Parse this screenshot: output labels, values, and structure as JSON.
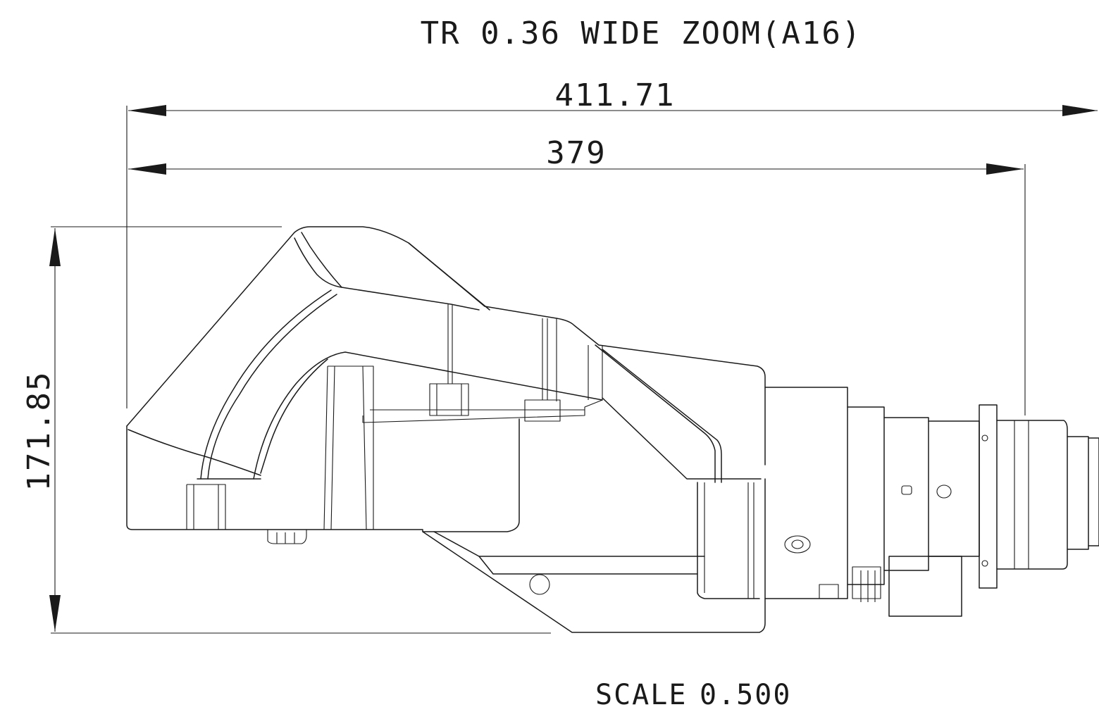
{
  "drawing": {
    "title": "TR 0.36 WIDE ZOOM(A16)",
    "scale_label": "SCALE",
    "scale_value": "0.500"
  },
  "dimensions": {
    "overall_length": "411.71",
    "body_length": "379",
    "height": "171.85"
  },
  "colors": {
    "line": "#1a1a1a",
    "background": "#ffffff"
  }
}
